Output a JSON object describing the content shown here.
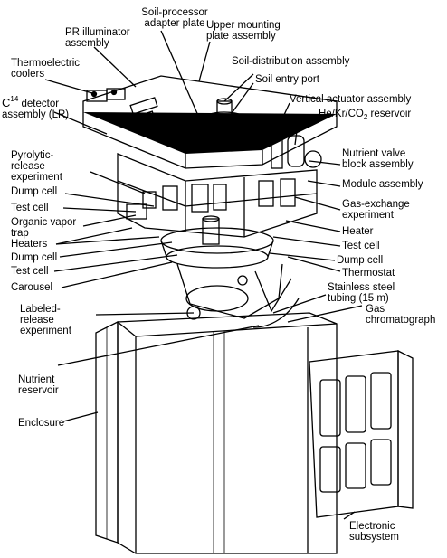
{
  "labels": {
    "soil_processor": "Soil-processor\nadapter plate",
    "upper_mounting": "Upper mounting\nplate assembly",
    "pr_illuminator": "PR illuminator\nassembly",
    "thermoelectric": "Thermoelectric\ncoolers",
    "soil_distribution": "Soil-distribution assembly",
    "soil_entry": "Soil entry port",
    "c14_prefix": "C",
    "c14_sup": "14",
    "c14_rest": " detector",
    "c14_line2": "assembly (LR)",
    "vertical_actuator": "Vertical actuator assembly",
    "he_prefix": "He/Kr/CO",
    "he_sub": "2",
    "he_rest": " reservoir",
    "pyrolytic": "Pyrolytic-\nrelease\nexperiment",
    "nutrient_valve": "Nutrient valve\nblock assembly",
    "module_assembly": "Module assembly",
    "dump_cell_1": "Dump cell",
    "test_cell_1": "Test cell",
    "gas_exchange": "Gas-exchange\nexperiment",
    "organic_vapor": "Organic vapor\ntrap",
    "heater": "Heater",
    "heaters": "Heaters",
    "test_cell_2": "Test cell",
    "dump_cell_2": "Dump cell",
    "dump_cell_3": "Dump cell",
    "test_cell_3": "Test cell",
    "thermostat": "Thermostat",
    "carousel": "Carousel",
    "stainless": "Stainless steel\ntubing (15 m)",
    "labeled_release": "Labeled-\nrelease\nexperiment",
    "gas_chromatograph": "Gas\nchromatograph",
    "nutrient_reservoir": "Nutrient\nreservoir",
    "enclosure": "Enclosure",
    "electronic": "Electronic\nsubsystem"
  }
}
